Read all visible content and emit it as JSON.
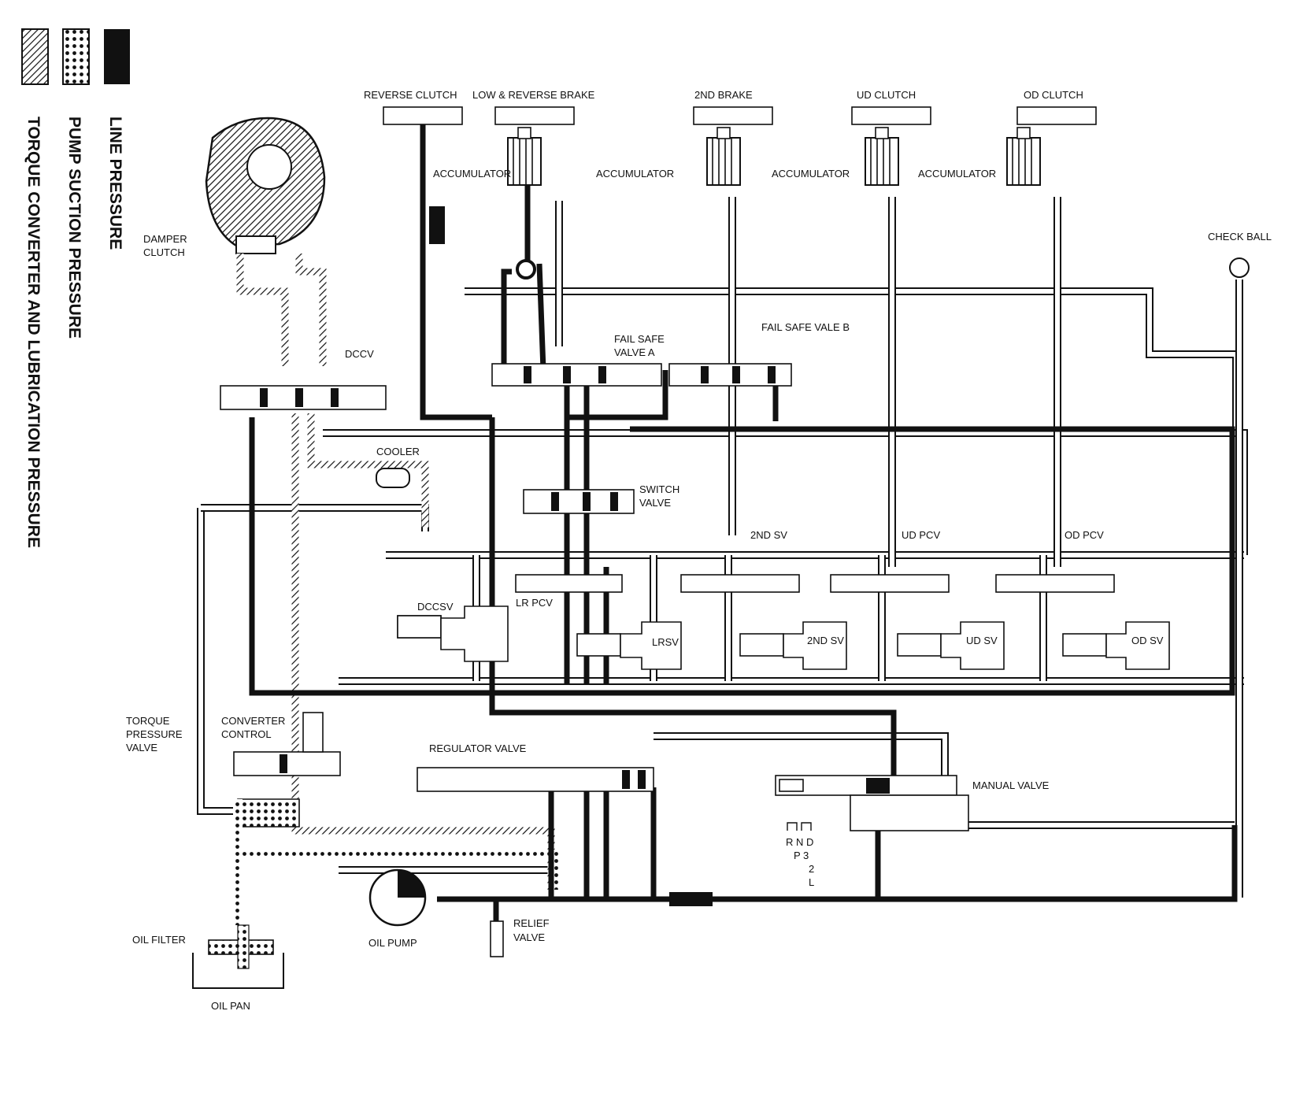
{
  "legend": {
    "line_pressure": "LINE PRESSURE",
    "pump_suction_pressure": "PUMP SUCTION PRESSURE",
    "torque_converter_pressure": "TORQUE CONVERTER AND LUBRICATION PRESSURE"
  },
  "clutches": {
    "reverse_clutch": "REVERSE CLUTCH",
    "low_reverse_brake": "LOW & REVERSE BRAKE",
    "second_brake": "2ND BRAKE",
    "ud_clutch": "UD CLUTCH",
    "od_clutch": "OD CLUTCH"
  },
  "accumulator": "ACCUMULATOR",
  "components": {
    "damper_clutch_1": "DAMPER",
    "damper_clutch_2": "CLUTCH",
    "check_ball": "CHECK BALL",
    "fail_safe_a_1": "FAIL SAFE",
    "fail_safe_a_2": "VALVE A",
    "fail_safe_b": "FAIL SAFE VALE B",
    "dccv": "DCCV",
    "cooler": "COOLER",
    "switch_valve_1": "SWITCH",
    "switch_valve_2": "VALVE",
    "second_sv_top": "2ND SV",
    "ud_pcv": "UD PCV",
    "od_pcv": "OD PCV",
    "dccsv": "DCCSV",
    "lr_pcv": "LR PCV",
    "lrsv": "LRSV",
    "second_sv": "2ND SV",
    "ud_sv": "UD SV",
    "od_sv": "OD SV",
    "torque_pressure_valve_1": "TORQUE",
    "torque_pressure_valve_2": "PRESSURE",
    "torque_pressure_valve_3": "VALVE",
    "converter_control_1": "CONVERTER",
    "converter_control_2": "CONTROL",
    "regulator_valve": "REGULATOR VALVE",
    "manual_valve": "MANUAL VALVE",
    "relief_valve_1": "RELIEF",
    "relief_valve_2": "VALVE",
    "oil_filter": "OIL FILTER",
    "oil_pump": "OIL PUMP",
    "oil_pan": "OIL PAN"
  },
  "gear_selector": {
    "row1": "R N D",
    "row2": "P 3",
    "row3": "2",
    "row4": "L"
  }
}
